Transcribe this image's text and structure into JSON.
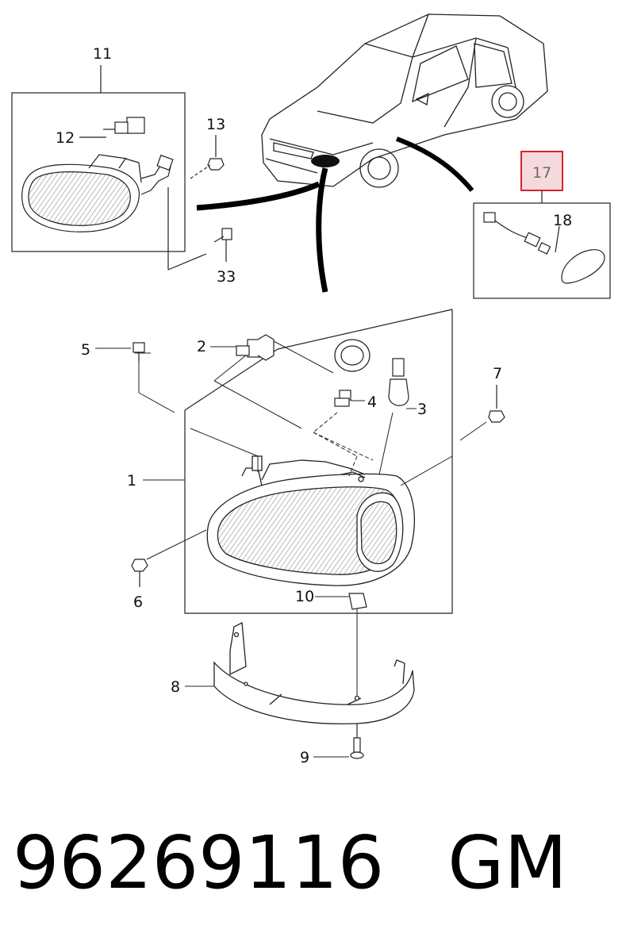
{
  "callouts": {
    "c1": "1",
    "c2": "2",
    "c3": "3",
    "c4": "4",
    "c5": "5",
    "c6": "6",
    "c7": "7",
    "c8": "8",
    "c9": "9",
    "c10": "10",
    "c11": "11",
    "c12": "12",
    "c13": "13",
    "c17": "17",
    "c18": "18",
    "c33": "33"
  },
  "highlighted_callout": "17",
  "colors": {
    "highlight_border": "#d9232e",
    "highlight_fill": "#f6d9dc",
    "line": "#1a1a1a"
  },
  "footer": {
    "part_number": "96269116",
    "brand": "GM"
  }
}
